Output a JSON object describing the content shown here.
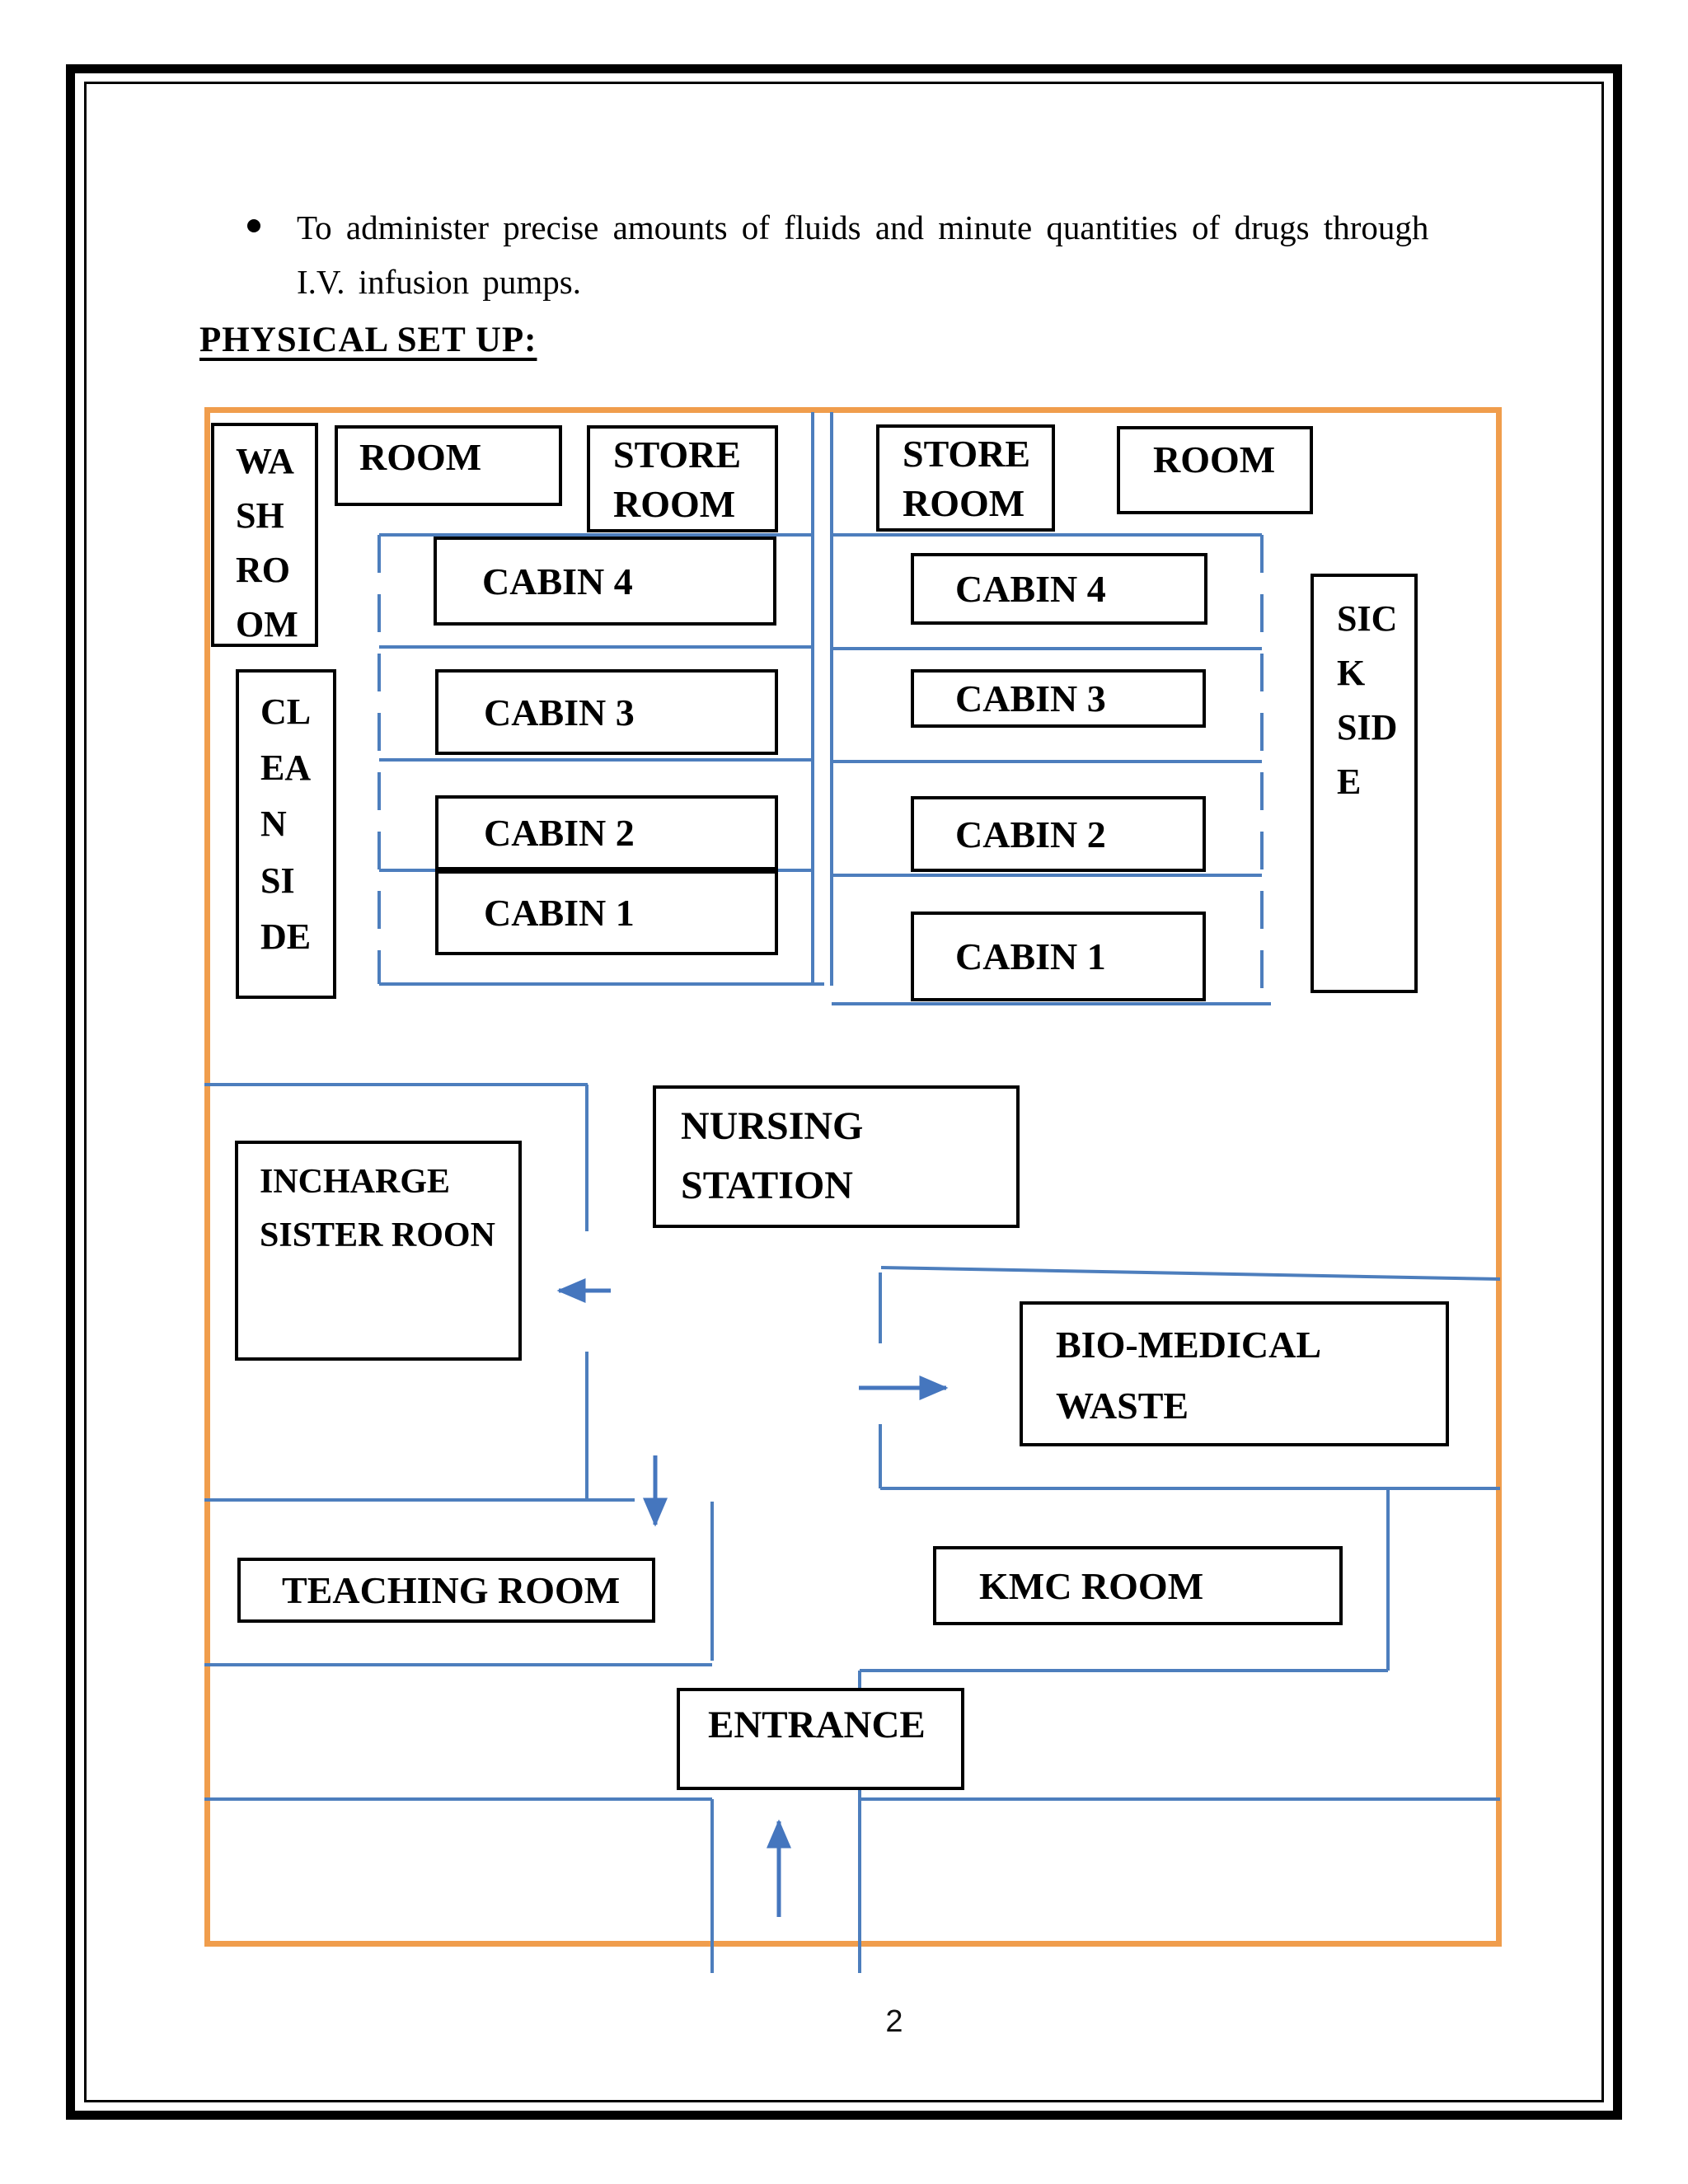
{
  "document": {
    "bullet_item": {
      "line1": "To administer precise amounts of fluids and minute quantities of drugs through",
      "line2": "I.V. infusion pumps."
    },
    "heading": "PHYSICAL SET UP:",
    "page_number": "2"
  },
  "floorplan": {
    "colors": {
      "boundary_orange": "#F09D4C",
      "wall_blue": "#4D7EBD",
      "arrow_blue": "#4576BE",
      "room_border": "#000000"
    },
    "top_row": {
      "washroom": "WA\nSH\nRO\nOM",
      "room_left": "ROOM",
      "store_left": "STORE ROOM",
      "store_right": "STORE ROOM",
      "room_right": "ROOM"
    },
    "left_wing": {
      "zone_label": "CL\nEA\nN\nSI\nDE",
      "cabins": [
        "CABIN 4",
        "CABIN 3",
        "CABIN 2",
        "CABIN 1"
      ]
    },
    "right_wing": {
      "zone_label": "SIC\nK\nSID\nE",
      "cabins": [
        "CABIN 4",
        "CABIN 3",
        "CABIN 2",
        "CABIN 1"
      ]
    },
    "rooms": {
      "nursing_station": "NURSING STATION",
      "incharge": "INCHARGE SISTER ROON",
      "bio_medical": "BIO-MEDICAL WASTE",
      "kmc": "KMC ROOM",
      "teaching": "TEACHING ROOM",
      "entrance": "ENTRANCE"
    }
  }
}
